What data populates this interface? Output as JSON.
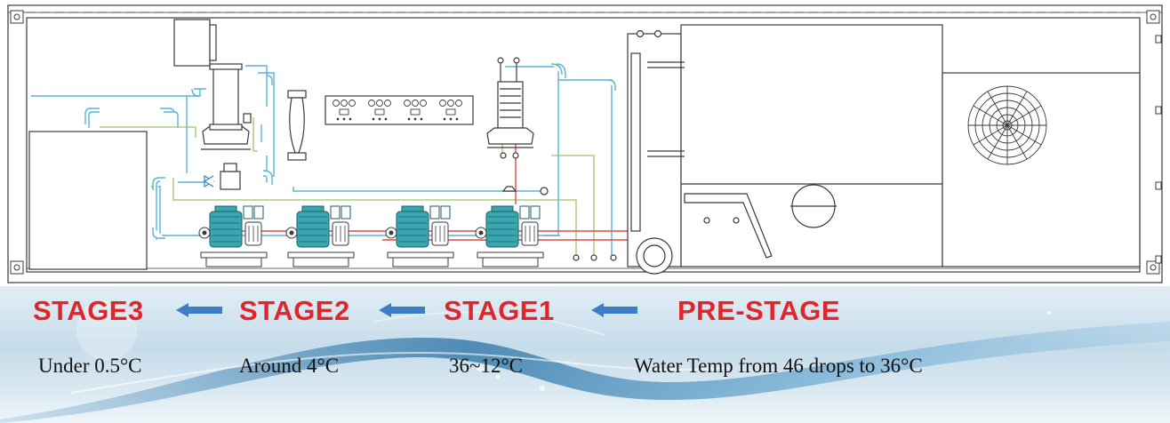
{
  "colors": {
    "stage_label": "#e0262b",
    "arrow": "#3c7fc4",
    "pipe_blue": "#5bb3d8",
    "pipe_green": "#9cc46a",
    "pipe_red": "#e04a45",
    "compressor": "#3aa6b0",
    "line": "#3a3a3a"
  },
  "stages": [
    {
      "label": "STAGE3",
      "temp": "Under 0.5°C"
    },
    {
      "label": "STAGE2",
      "temp": "Around 4°C"
    },
    {
      "label": "STAGE1",
      "temp": "36~12°C"
    },
    {
      "label": "PRE-STAGE",
      "temp": "Water Temp from 46 drops to 36°C"
    }
  ]
}
